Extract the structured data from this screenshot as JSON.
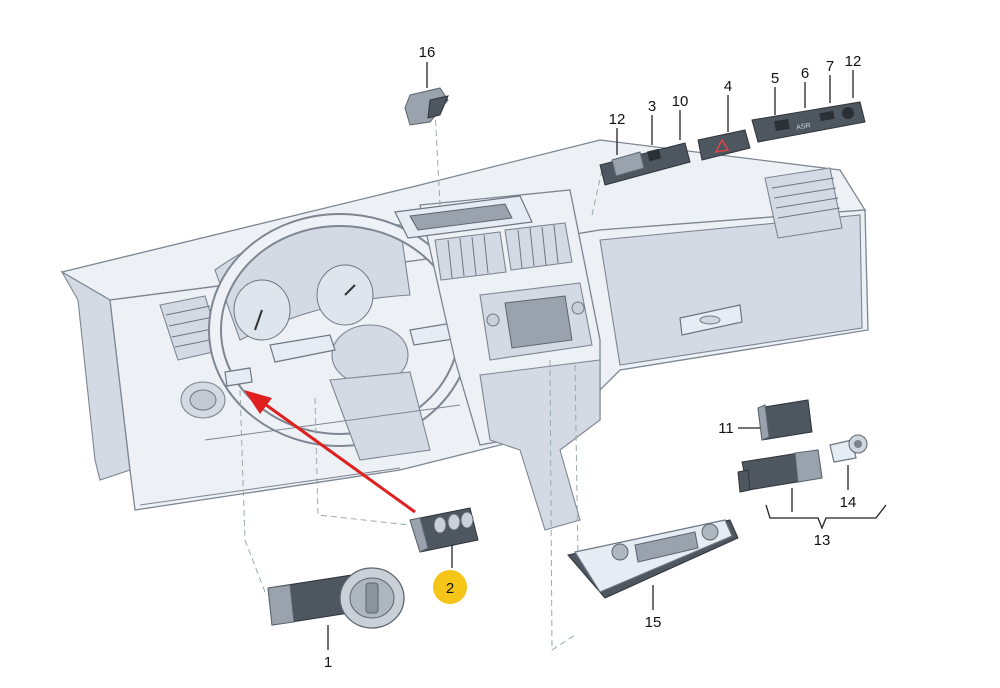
{
  "diagram": {
    "callouts": [
      {
        "id": "c1",
        "label": "1"
      },
      {
        "id": "c2",
        "label": "2"
      },
      {
        "id": "c3",
        "label": "3"
      },
      {
        "id": "c4",
        "label": "4"
      },
      {
        "id": "c5",
        "label": "5"
      },
      {
        "id": "c6",
        "label": "6"
      },
      {
        "id": "c7",
        "label": "7"
      },
      {
        "id": "c10",
        "label": "10"
      },
      {
        "id": "c11",
        "label": "11"
      },
      {
        "id": "c12a",
        "label": "12"
      },
      {
        "id": "c12b",
        "label": "12"
      },
      {
        "id": "c13",
        "label": "13"
      },
      {
        "id": "c14",
        "label": "14"
      },
      {
        "id": "c15",
        "label": "15"
      },
      {
        "id": "c16",
        "label": "16"
      }
    ],
    "highlight": {
      "label": "2",
      "color": "#f5c518"
    },
    "arrow_color": "#e02020",
    "panel_text": {
      "asr": "ASR"
    }
  }
}
